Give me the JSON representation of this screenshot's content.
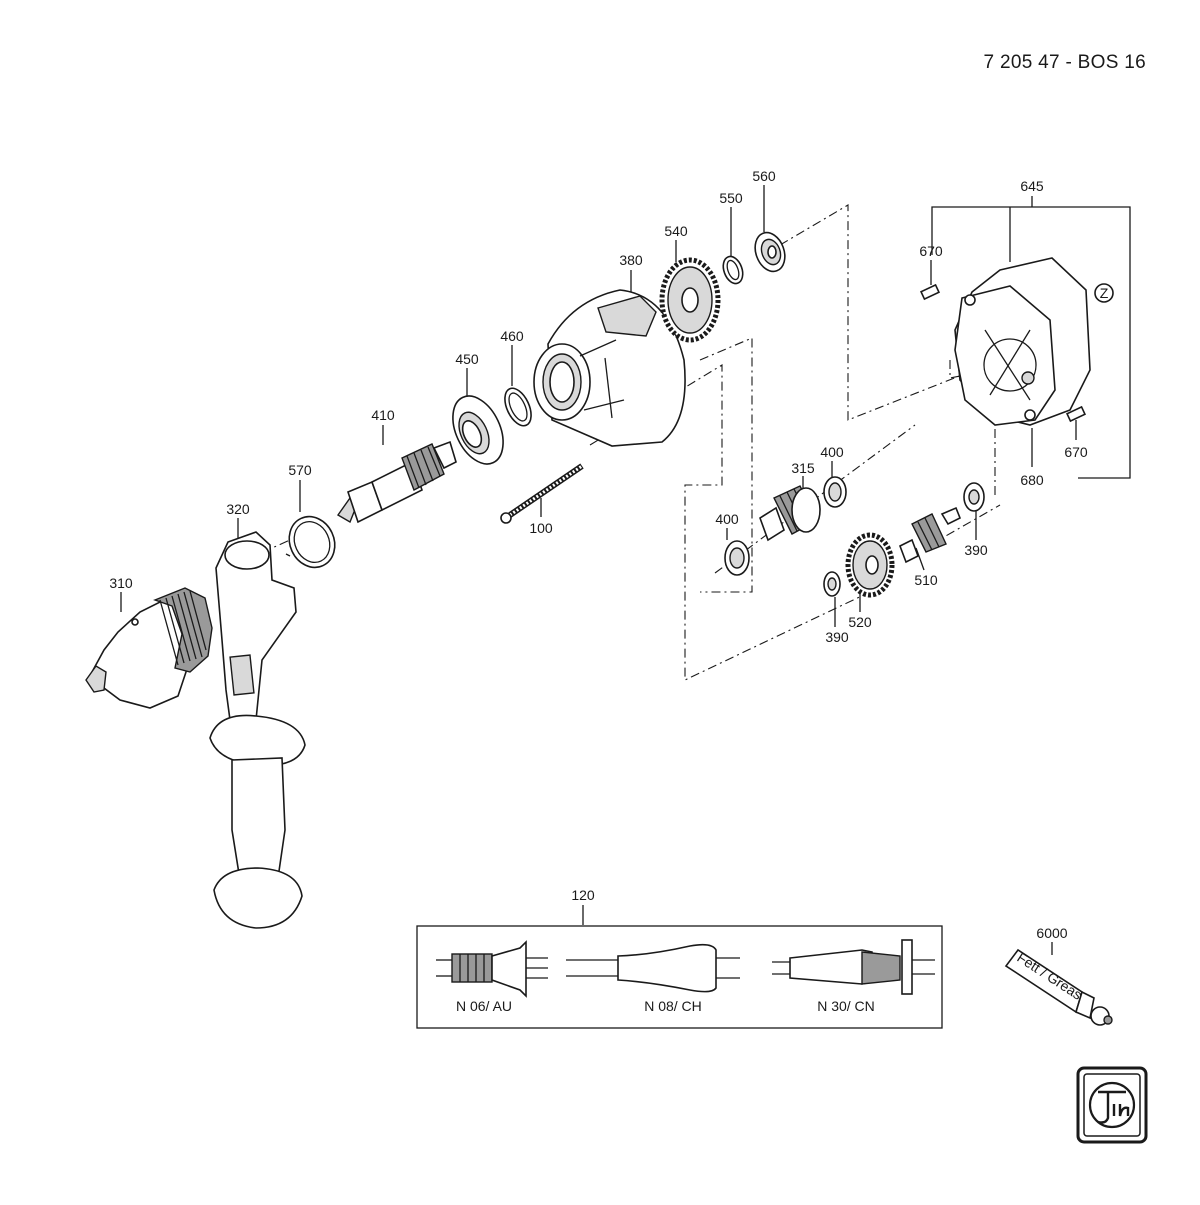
{
  "header": {
    "title": "7 205 47 - BOS 16"
  },
  "diagram": {
    "part_labels": {
      "p100": "100",
      "p310": "310",
      "p315": "315",
      "p320": "320",
      "p380": "380",
      "p390a": "390",
      "p390b": "390",
      "p400a": "400",
      "p400b": "400",
      "p410": "410",
      "p450": "450",
      "p460": "460",
      "p510": "510",
      "p520": "520",
      "p540": "540",
      "p550": "550",
      "p560": "560",
      "p570": "570",
      "p645": "645",
      "p670a": "670",
      "p670b": "670",
      "p680": "680",
      "p6000": "6000",
      "pZ": "Z"
    },
    "cable_box": {
      "label": "120",
      "variants": [
        "N 06/ AU",
        "N 08/ CH",
        "N 30/ CN"
      ]
    },
    "grease_tube_text": "Fett / Grease",
    "logo_text": "Fein"
  }
}
